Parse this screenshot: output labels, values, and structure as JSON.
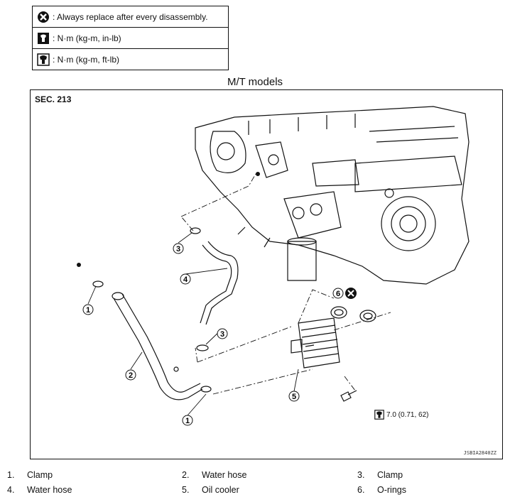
{
  "legend": [
    {
      "icon": "replace-x-icon",
      "text": ": Always replace after every disassembly."
    },
    {
      "icon": "torque-wrench-small-icon",
      "text": ": N·m (kg-m, in-lb)"
    },
    {
      "icon": "torque-wrench-large-icon",
      "text": ": N·m (kg-m, ft-lb)"
    }
  ],
  "model_title": "M/T models",
  "section": "SEC. 213",
  "image_code": "JSBIA2840ZZ",
  "callouts": [
    "1",
    "2",
    "3",
    "4",
    "5",
    "6"
  ],
  "torque_value": "7.0 (0.71, 62)",
  "parts": [
    {
      "num": "1.",
      "name": "Clamp"
    },
    {
      "num": "2.",
      "name": "Water hose"
    },
    {
      "num": "3.",
      "name": "Clamp"
    },
    {
      "num": "4.",
      "name": "Water hose"
    },
    {
      "num": "5.",
      "name": "Oil cooler"
    },
    {
      "num": "6.",
      "name": "O-rings"
    }
  ]
}
